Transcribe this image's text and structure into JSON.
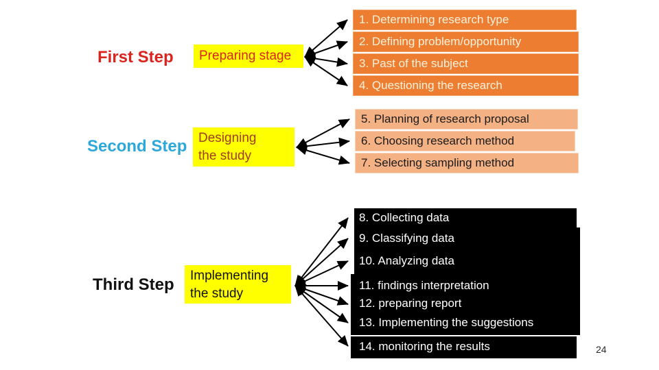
{
  "slide": {
    "page_number": "24",
    "steps": [
      {
        "label": "First Step",
        "stage": {
          "line1": "Preparing stage",
          "line2": ""
        },
        "items": [
          "1. Determining research type",
          "2. Defining problem/opportunity",
          "3. Past of the subject",
          "4. Questioning the research"
        ]
      },
      {
        "label": "Second Step",
        "stage": {
          "line1": "Designing",
          "line2": "the study"
        },
        "items": [
          "5. Planning of research proposal",
          "6. Choosing research method",
          "7. Selecting sampling method"
        ]
      },
      {
        "label": "Third Step",
        "stage": {
          "line1": "Implementing",
          "line2": "the study"
        },
        "items": [
          "8. Collecting data",
          "9. Classifying data",
          "10. Analyzing data",
          "11. findings interpretation",
          "12. preparing report",
          "13. Implementing the suggestions",
          "14. monitoring the results"
        ]
      }
    ],
    "colors": {
      "step1_label": "#D9251D",
      "step2_label": "#2EA7D9",
      "step3_label": "#111111",
      "stage_bg": "#FFFF00",
      "stage2_text": "#A13D23",
      "orange_box": "#ED7D31",
      "salmon_box": "#F4B183",
      "black_box": "#000000",
      "connector": "#000000"
    }
  }
}
